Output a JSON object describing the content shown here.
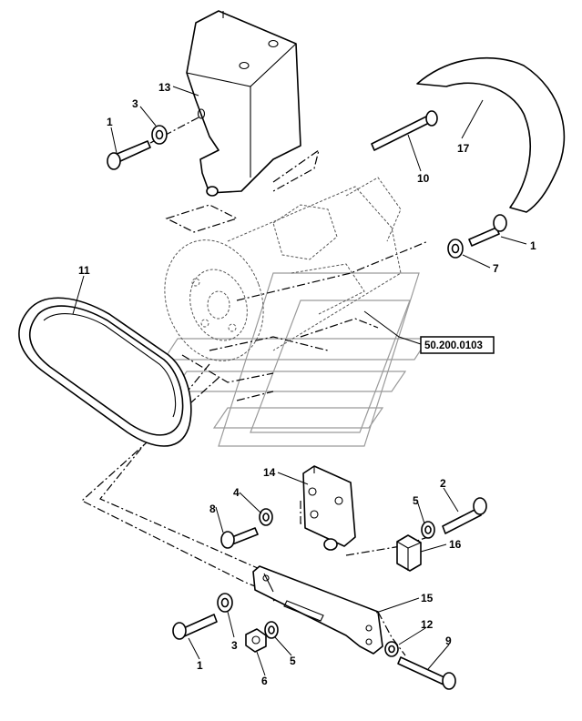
{
  "callouts": {
    "c1a": "1",
    "c3a": "3",
    "c13": "13",
    "c17": "17",
    "c10": "10",
    "c1b": "1",
    "c7": "7",
    "c11": "11",
    "c14": "14",
    "c4": "4",
    "c8": "8",
    "c2": "2",
    "c5a": "5",
    "c16": "16",
    "c15": "15",
    "c12": "12",
    "c9": "9",
    "c1c": "1",
    "c3b": "3",
    "c6": "6",
    "c5b": "5"
  },
  "reference": {
    "label": "50.200.0103"
  },
  "icons": {
    "watermark": "manufacturer-logo-watermark",
    "compressor": "ac-compressor-ghost"
  }
}
